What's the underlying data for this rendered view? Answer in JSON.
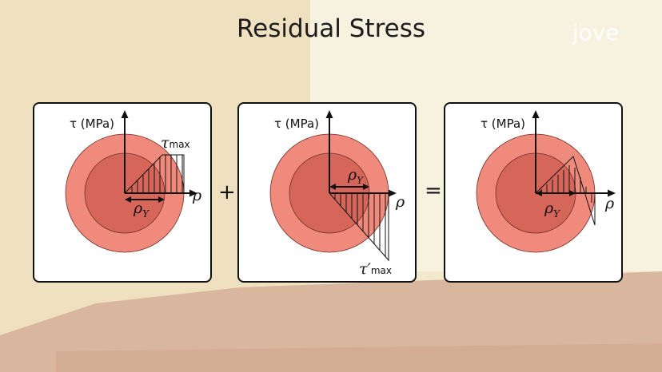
{
  "title": "Residual Stress",
  "logo": "jove",
  "operators": {
    "plus": "+",
    "equals": "="
  },
  "colors": {
    "outer_disc": "#ef8a7d",
    "inner_disc": "#d6665a",
    "panel_border": "#111111"
  },
  "panels": [
    {
      "axis_label": "τ (MPa)",
      "rho_label": "ρ",
      "rho_y": "ρ",
      "rho_y_sub": "Y",
      "tau_label": "τ",
      "tau_sub": "max"
    },
    {
      "axis_label": "τ (MPa)",
      "rho_label": "ρ",
      "rho_y": "ρ",
      "rho_y_sub": "Y",
      "tau_label": "τ′",
      "tau_sub": "max"
    },
    {
      "axis_label": "τ (MPa)",
      "rho_label": "ρ",
      "rho_y": "ρ",
      "rho_y_sub": "Y"
    }
  ]
}
